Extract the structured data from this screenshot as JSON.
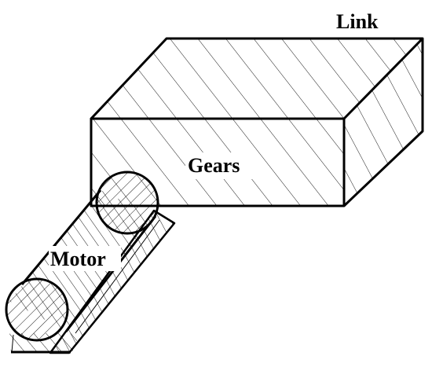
{
  "labels": {
    "link": "Link",
    "gears": "Gears",
    "motor": "Motor"
  },
  "colors": {
    "stroke": "#000000",
    "background": "#ffffff"
  }
}
